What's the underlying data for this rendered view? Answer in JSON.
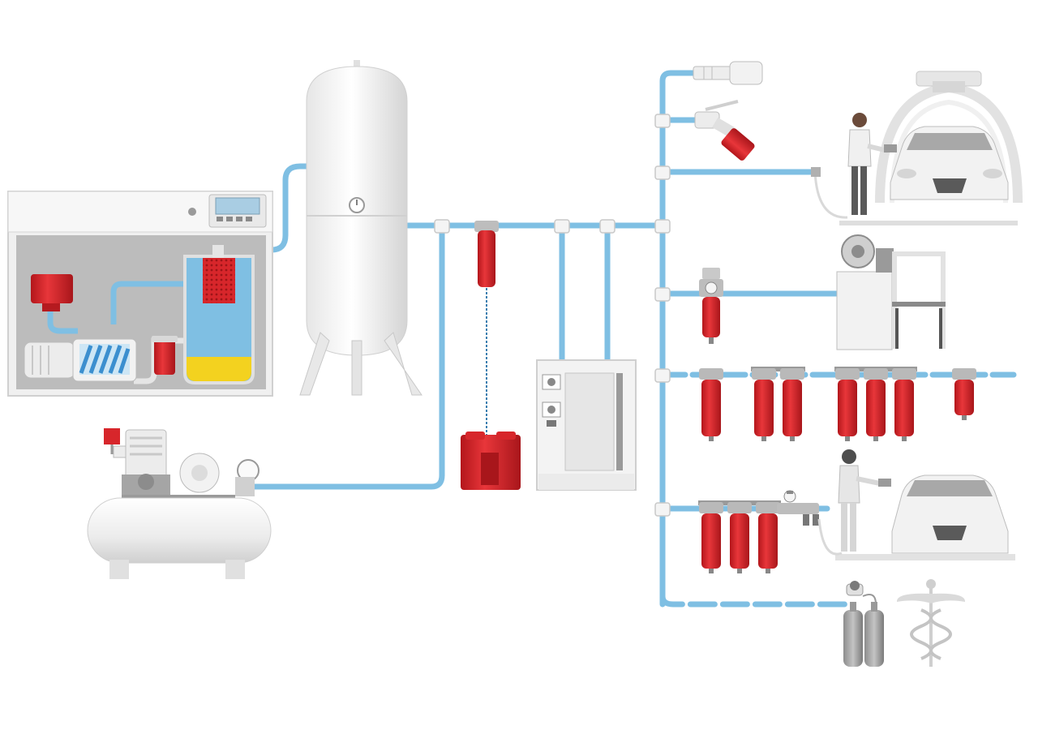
{
  "colors": {
    "background": "#ffffff",
    "pipe": "#7fbfe3",
    "pipe_outline": "#5aa6d2",
    "filter_red": "#d7262b",
    "filter_red_dark": "#a8161b",
    "equipment": "#f2f2f2",
    "equipment_shade": "#d9d9d9",
    "equipment_dark": "#8a8a8a",
    "oil": "#f3d21f",
    "water": "#6fb3e0"
  },
  "icons": {
    "screw_compressor": "screw-compressor-cutaway-icon",
    "receiver": "air-receiver-tank-icon",
    "piston_compressor": "piston-compressor-icon",
    "separator": "oil-water-separator-icon",
    "dryer": "refrigeration-dryer-icon",
    "quick_coupler": "quick-coupler-icon",
    "drain_valve": "ball-valve-icon",
    "paint_booth": "paint-booth-car-icon",
    "workbench": "press-workbench-icon",
    "spray_car": "spray-painting-car-icon",
    "breathing_air": "breathing-air-cylinders-icon",
    "medical": "caduceus-icon"
  },
  "filter_groups": [
    {
      "id": "branch-2",
      "count": 1,
      "type": "regulator"
    },
    {
      "id": "branch-3a",
      "count": 1,
      "type": "filter"
    },
    {
      "id": "branch-3b",
      "count": 2,
      "type": "filter"
    },
    {
      "id": "branch-3c",
      "count": 3,
      "type": "filter"
    },
    {
      "id": "branch-3d",
      "count": 1,
      "type": "regulator"
    },
    {
      "id": "branch-4",
      "count": 3,
      "type": "filter"
    }
  ]
}
